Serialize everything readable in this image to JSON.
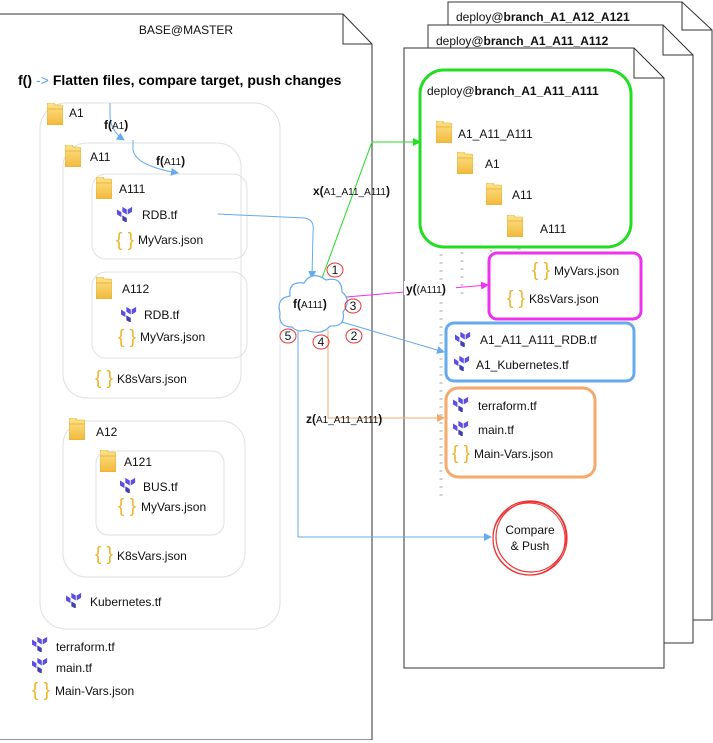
{
  "base": {
    "title": "BASE@MASTER",
    "headline_f": "f()",
    "headline_arrow": "->",
    "headline_text": "Flatten files, compare target, push changes",
    "tree": {
      "a1": "A1",
      "a11": "A11",
      "a111": "A111",
      "a111_rdb": "RDB.tf",
      "a111_myvars": "MyVars.json",
      "a112": "A112",
      "a112_rdb": "RDB.tf",
      "a112_myvars": "MyVars.json",
      "a11_k8s": "K8sVars.json",
      "a12": "A12",
      "a121": "A121",
      "a121_bus": "BUS.tf",
      "a121_myvars": "MyVars.json",
      "a12_k8s": "K8sVars.json",
      "a1_kube": "Kubernetes.tf",
      "root_terraform": "terraform.tf",
      "root_main": "main.tf",
      "root_mainvars": "Main-Vars.json"
    },
    "arrows": {
      "fa1_f": "f(",
      "fa1_arg": "A1",
      "fa1_close": ")",
      "fa11_f": "f(",
      "fa11_arg": "A11",
      "fa11_close": ")"
    }
  },
  "hub": {
    "f": "f(",
    "arg": "A111",
    "close": ")",
    "steps": [
      "1",
      "2",
      "3",
      "4",
      "5"
    ],
    "x_f": "x(",
    "x_arg": "A1_A11_A111",
    "x_close": ")",
    "y_f": "y(",
    "y_arg": "(A111",
    "y_close": ")",
    "z_f": "z(",
    "z_arg": "A1_A11_A111",
    "z_close": ")"
  },
  "deploy_pages": [
    {
      "prefix": "deploy@",
      "branch": "branch_A1_A12_A121"
    },
    {
      "prefix": "deploy@",
      "branch": "branch_A1_A11_A112"
    }
  ],
  "deploy": {
    "title_prefix": "deploy@",
    "title_branch": "branch_A1_A11_A111",
    "tree": {
      "root": "A1_A11_A111",
      "a1": "A1",
      "a11": "A11",
      "a111": "A111"
    },
    "vars": {
      "myvars": "MyVars.json",
      "k8s": "K8sVars.json"
    },
    "tf": {
      "rdb": "A1_A11_A111_RDB.tf",
      "kube": "A1_Kubernetes.tf"
    },
    "root": {
      "terraform": "terraform.tf",
      "main": "main.tf",
      "mainvars": "Main-Vars.json"
    },
    "compare_line1": "Compare",
    "compare_line2": "& Push"
  },
  "colors": {
    "green": "#22dd22",
    "magenta": "#ee33ee",
    "blue": "#66aaee",
    "orange": "#f5a96a",
    "red": "#ee3333",
    "terraform": "#5c4ee5",
    "folder": "#f7c948",
    "braces": "#f0b429"
  },
  "icons": [
    "folder-icon",
    "terraform-icon",
    "json-braces-icon",
    "cloud-icon"
  ]
}
